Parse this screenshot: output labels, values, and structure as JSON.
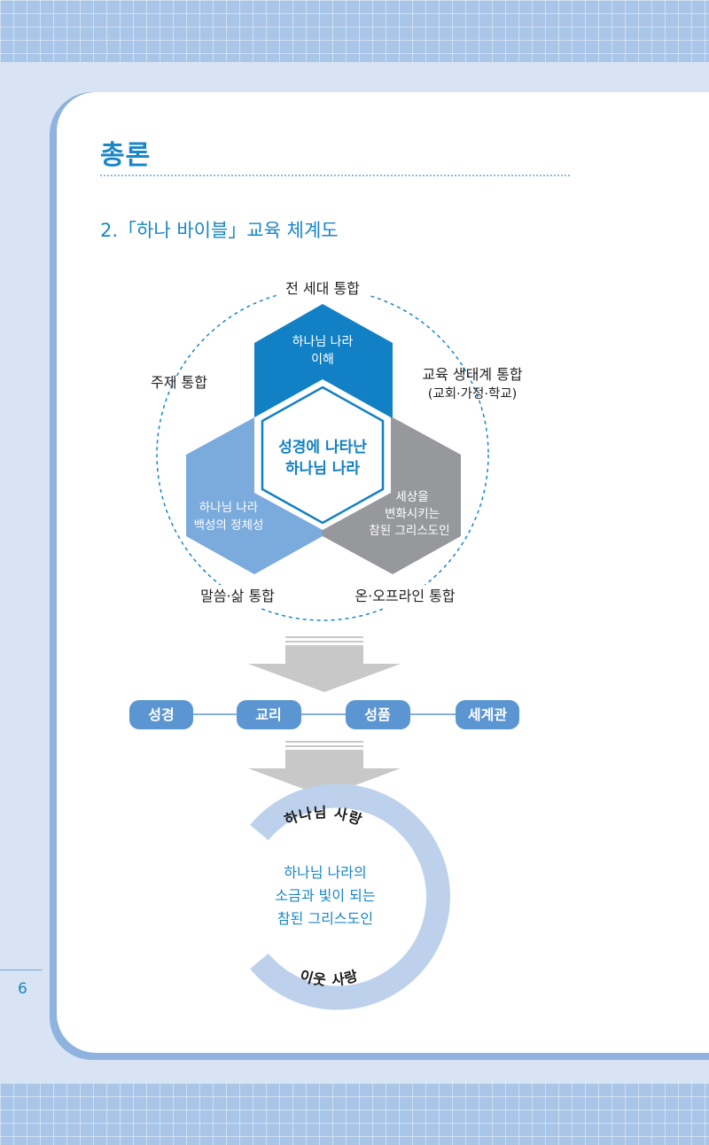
{
  "page": {
    "section_title": "총론",
    "subtitle": "2.「하나 바이블」교육 체계도",
    "page_number": "6"
  },
  "diagram": {
    "labels": {
      "top": "전 세대 통합",
      "left": "주제 통합",
      "right_line1": "교육 생태계 통합",
      "right_line2": "(교회·가정·학교)",
      "bottom_left": "말씀·삶 통합",
      "bottom_right": "온·오프라인 통합"
    },
    "hexagons": {
      "top_line1": "하나님 나라",
      "top_line2": "이해",
      "left_line1": "하나님 나라",
      "left_line2": "백성의 정체성",
      "right_line1": "세상을",
      "right_line2": "변화시키는",
      "right_line3": "참된 그리스도인",
      "center_line1": "성경에 나타난",
      "center_line2": "하나님 나라"
    },
    "pills": [
      "성경",
      "교리",
      "성품",
      "세계관"
    ],
    "ring": {
      "top_label": "하나님 사랑",
      "bottom_label": "이웃 사랑",
      "center_line1": "하나님 나라의",
      "center_line2": "소금과 빛이 되는",
      "center_line3": "참된 그리스도인"
    }
  },
  "colors": {
    "accent": "#1a86c8",
    "hex_top": "#1280c4",
    "hex_left": "#7aabdc",
    "hex_right": "#97989b",
    "pill": "#5b95d2",
    "ring": "#bdd1ec",
    "arrow": "#c8c8c8"
  }
}
